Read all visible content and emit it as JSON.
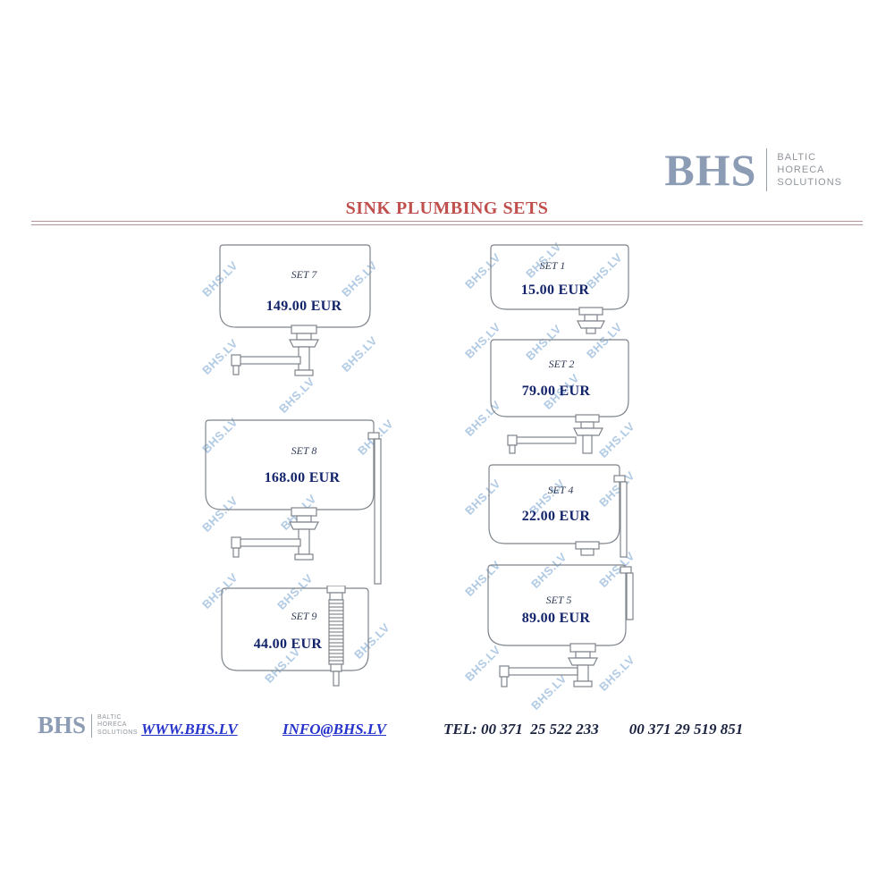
{
  "brand": {
    "logo_text": "BHS",
    "tagline_lines": [
      "BALTIC",
      "HORECA",
      "SOLUTIONS"
    ],
    "logo_color": "#8d9cb5",
    "tagline_color": "#8f959b"
  },
  "header": {
    "title": "SINK PLUMBING SETS",
    "title_color": "#c0504d"
  },
  "watermark": {
    "text": "BHS.LV",
    "color": "#78a5d2"
  },
  "products": [
    {
      "label": "SET 7",
      "price": "149.00 EUR"
    },
    {
      "label": "SET 8",
      "price": "168.00 EUR"
    },
    {
      "label": "SET 9",
      "price": "44.00 EUR"
    },
    {
      "label": "SET 1",
      "price": "15.00 EUR"
    },
    {
      "label": "SET 2",
      "price": "79.00 EUR"
    },
    {
      "label": "SET 4",
      "price": "22.00 EUR"
    },
    {
      "label": "SET 5",
      "price": "89.00 EUR"
    }
  ],
  "footer": {
    "website": "WWW.BHS.LV",
    "email": "INFO@BHS.LV",
    "phone1": "TEL: 00 371  25 522 233",
    "phone2": "00 371 29 519 851",
    "link_color": "#2633cc",
    "phone_color": "#1b2340"
  },
  "style": {
    "drawing_color": "#7e848c",
    "price_color": "#13246b",
    "label_color": "#303c57"
  }
}
